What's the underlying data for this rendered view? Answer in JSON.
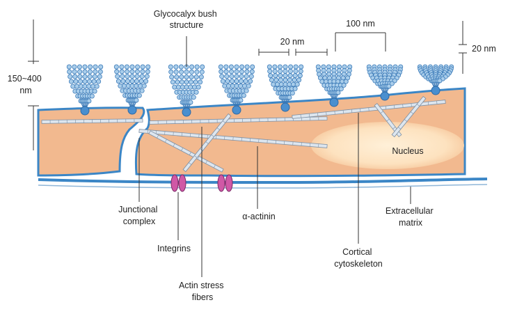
{
  "labels": {
    "glycocalyx": [
      "Glycocalyx bush",
      "structure"
    ],
    "dim_150_400": [
      "150~400",
      "nm"
    ],
    "dim_20nm_a": "20 nm",
    "dim_100nm": "100 nm",
    "dim_20nm_b": "20 nm",
    "nucleus": "Nucleus",
    "junctional": [
      "Junctional",
      "complex"
    ],
    "alpha_actinin": "α-actinin",
    "extracellular": [
      "Extracellular",
      "matrix"
    ],
    "integrins": "Integrins",
    "cortical": [
      "Cortical",
      "cytoskeleton"
    ],
    "actin_stress": [
      "Actin stress",
      "fibers"
    ]
  },
  "colors": {
    "cell_fill": "#f2b98f",
    "membrane": "#3b86c6",
    "bead": "#a9cdea",
    "bead_edge": "#3b7ab8",
    "node": "#4a8fcf",
    "nucleus": "#fde2bf",
    "integrin": "#d058a6",
    "fiber": "#dde6ef",
    "fiber_edge": "#7d8fa3"
  }
}
